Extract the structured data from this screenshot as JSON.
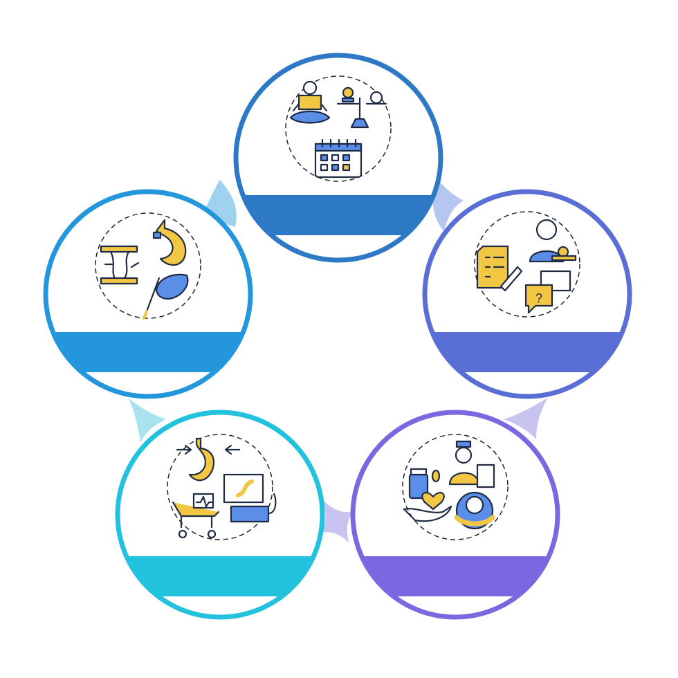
{
  "infographic": {
    "connectors": [
      {
        "color": "#9fd2ee"
      },
      {
        "color": "#b5c6f0"
      },
      {
        "color": "#c7c5f0"
      },
      {
        "color": "#c9c3f2"
      },
      {
        "color": "#a9e3ee"
      }
    ],
    "steps": [
      {
        "id": "lifestyle-changes",
        "accent": "#2e79c5",
        "icon": "meditation-balance-calendar-icon",
        "label": ""
      },
      {
        "id": "consultation",
        "accent": "#5a6fd6",
        "icon": "dietitian-checklist-question-icon",
        "label": ""
      },
      {
        "id": "medication-support",
        "accent": "#7b68e0",
        "icon": "doctor-medicine-weight-icon",
        "label": ""
      },
      {
        "id": "endoscopy",
        "accent": "#22c1dd",
        "icon": "stomach-hospital-bed-monitor-icon",
        "label": ""
      },
      {
        "id": "surgery",
        "accent": "#2396dc",
        "icon": "stomach-surgery-scalpel-icon",
        "label": ""
      }
    ],
    "palette": {
      "icon_stroke": "#1f2a44",
      "yellow": "#f2c744",
      "blue": "#5b8ee6",
      "dash": "#222222"
    }
  }
}
